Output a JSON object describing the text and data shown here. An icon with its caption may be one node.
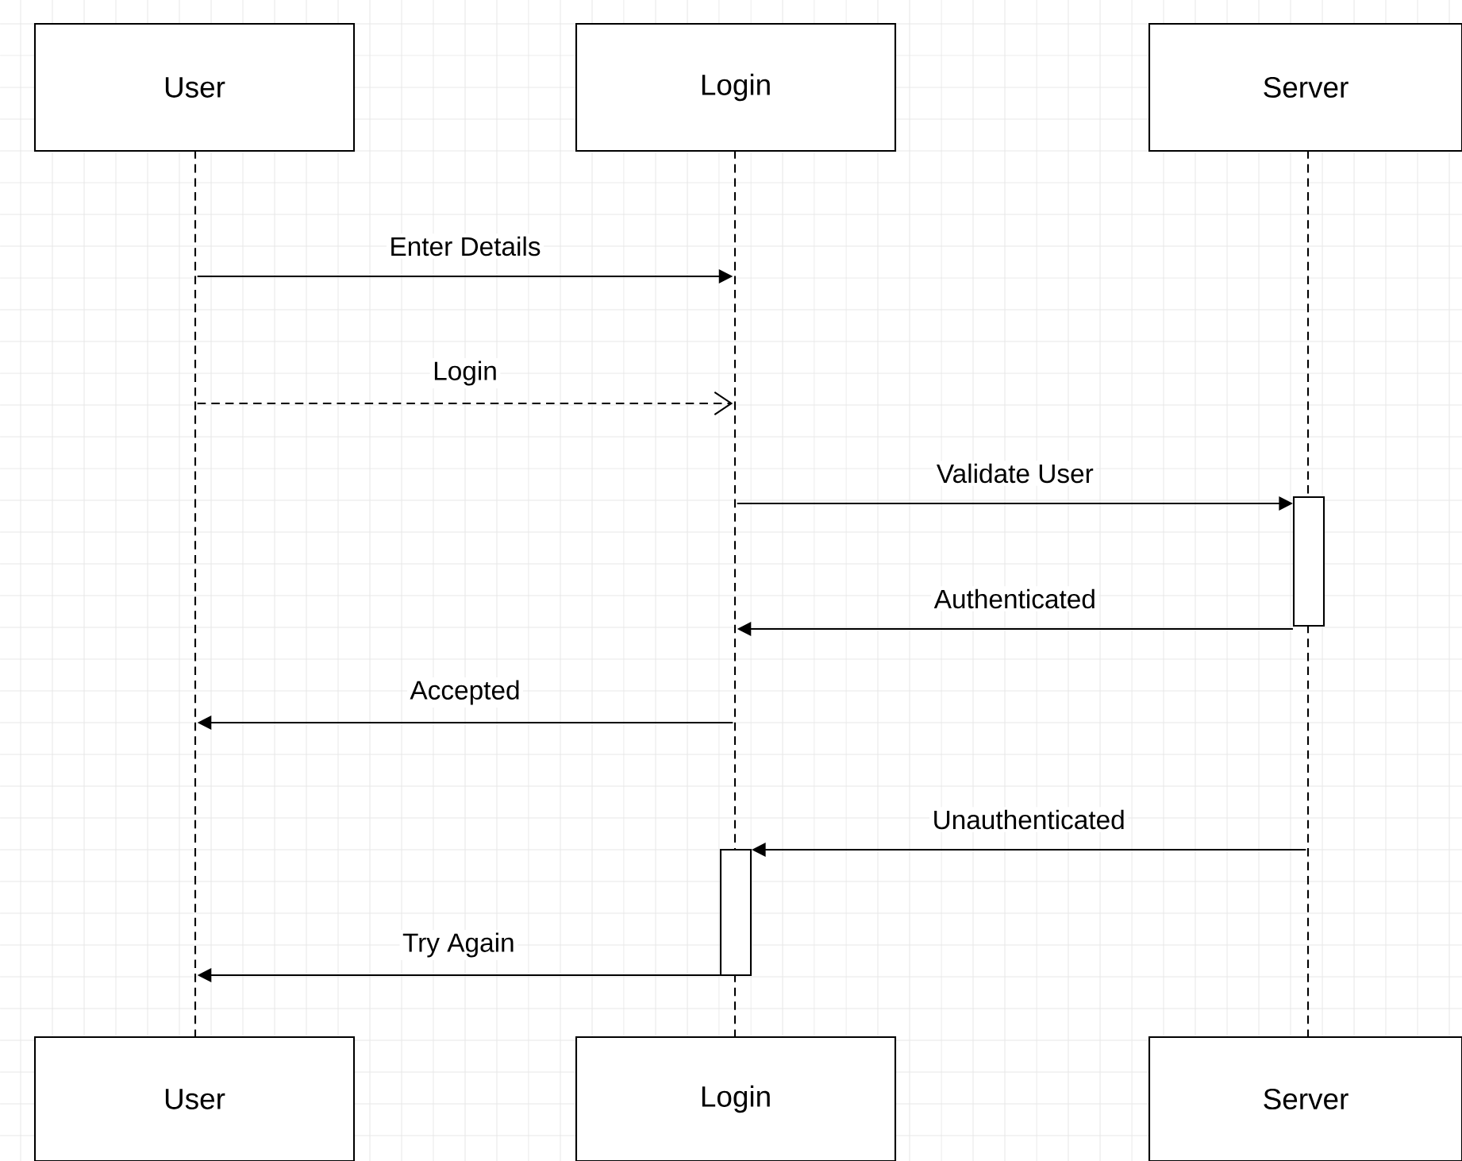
{
  "diagram": {
    "nodes": [
      {
        "text": [
          "User"
        ]
      },
      {
        "text": [
          "Login"
        ]
      },
      {
        "text": [
          "Server"
        ]
      },
      {
        "text": [],
        "shape": "line"
      },
      {
        "text": [],
        "shape": "line"
      },
      {
        "text": [],
        "shape": "line"
      },
      {
        "text": [
          "User"
        ]
      },
      {
        "text": [
          "Login"
        ]
      },
      {
        "text": [
          "Server"
        ]
      },
      {
        "text": [],
        "shape": "bar"
      },
      {
        "text": [],
        "shape": "bar"
      }
    ],
    "edges": [
      {
        "from": 3,
        "to": 4,
        "arrow": "to",
        "label": "Enter Details"
      },
      {
        "from": 3,
        "to": 4,
        "arrow": "to",
        "label": "Login",
        "style": "dashed"
      },
      {
        "from": 4,
        "to": 9,
        "arrow": "to",
        "label": "Validate User"
      },
      {
        "from": 9,
        "to": 4,
        "arrow": "to",
        "label": "Authenticated"
      },
      {
        "from": 4,
        "to": 3,
        "arrow": "to",
        "label": "Accepted"
      },
      {
        "from": 5,
        "to": 10,
        "arrow": "to",
        "label": "Unauthenticated"
      },
      {
        "from": 10,
        "to": 3,
        "arrow": "to",
        "label": "Try Again"
      }
    ]
  }
}
